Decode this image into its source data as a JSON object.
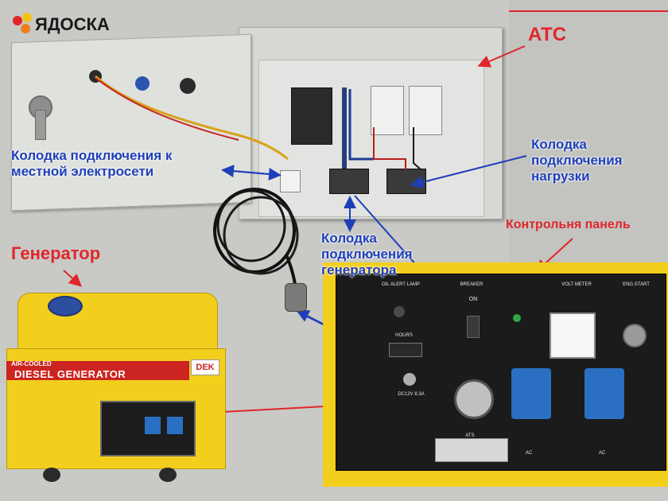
{
  "watermark": {
    "brand": "ЯДОСКА"
  },
  "labels": {
    "ats": "АТС",
    "local_grid_block": "Колодка подключения к местной электросети",
    "load_block": "Колодка подключения нагрузки",
    "control_panel": "Контрольня панель",
    "generator": "Генератор",
    "generator_block": "Колодка подключения генератора"
  },
  "generator_unit": {
    "badge_top": "AIR-COOLED",
    "model_text": "DIESEL GENERATOR",
    "brand": "DEK"
  },
  "panel_texts": {
    "oil_alert": "OIL ALERT LAMP",
    "breaker": "BREAKER",
    "on": "ON",
    "volt_meter": "VOLT METER",
    "eng_start": "ENG.START",
    "hours": "HOURS",
    "dc": "DC12V 8.3A",
    "ats": "ATS",
    "ac_left": "AC",
    "ac_right": "AC"
  },
  "colors": {
    "label_blue": "#1f3fb8",
    "label_red": "#e0262a",
    "generator_yellow": "#f2cf1c",
    "panel_black": "#1b1b1b",
    "socket_blue": "#2a6fc2",
    "cabinet_grey": "#d9dbd8"
  }
}
